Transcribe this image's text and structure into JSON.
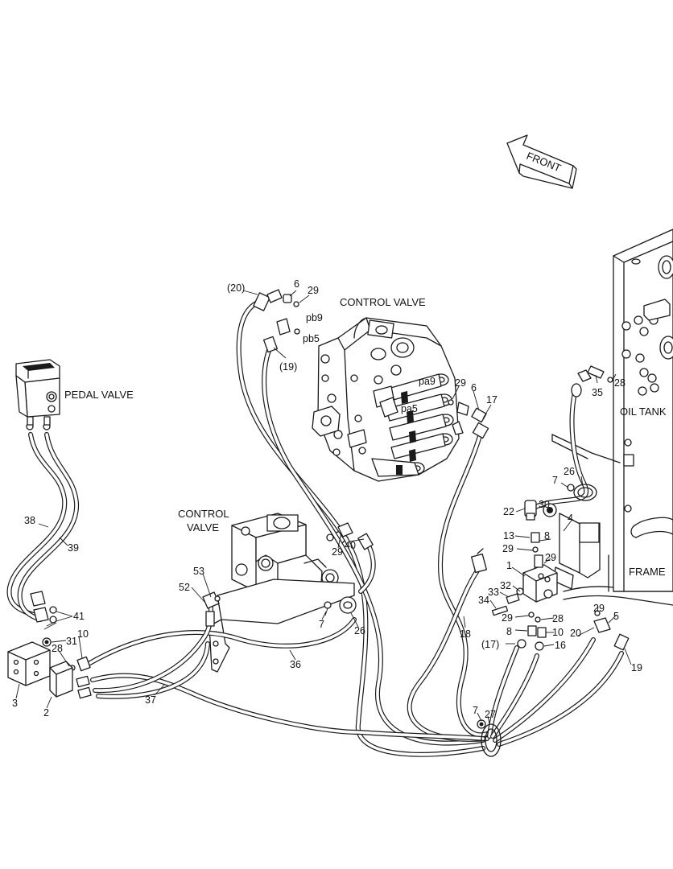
{
  "labels": {
    "front": "FRONT",
    "control_valve_main": "CONTROL VALVE",
    "control_valve_left_1": "CONTROL",
    "control_valve_left_2": "VALVE",
    "pedal_valve": "PEDAL VALVE",
    "oil_tank": "OIL TANK",
    "frame": "FRAME",
    "port_pb9": "pb9",
    "port_pb5": "pb5",
    "port_pa9": "pa9",
    "port_pa5": "pa5"
  },
  "callouts": {
    "p20a": "(20)",
    "p6a": "6",
    "p29a": "29",
    "p19a": "(19)",
    "p29b": "29",
    "p6b": "6",
    "p17": "17",
    "p35": "35",
    "p28a": "28",
    "p26a": "26",
    "p7a": "7",
    "p22": "22",
    "p30": "30",
    "p4": "4",
    "p13": "13",
    "p8a": "8",
    "p29c": "29",
    "p29d": "29",
    "p1": "1",
    "p32": "32",
    "p33": "33",
    "p34": "34",
    "p29e": "29",
    "p28b": "28",
    "p8b": "8",
    "p10a": "10",
    "p29f": "29",
    "p5": "5",
    "p20b": "20",
    "p19b": "19",
    "p17b": "(17)",
    "p16": "16",
    "p18": "18",
    "p38": "38",
    "p39": "39",
    "p41": "41",
    "p31": "31",
    "p10b": "10",
    "p28c": "28",
    "p3": "3",
    "p2": "2",
    "p37": "37",
    "p53": "53",
    "p52": "52",
    "p29g": "29",
    "p40": "40",
    "p7b": "7",
    "p26b": "26",
    "p36": "36",
    "p7c": "7",
    "p27": "27"
  }
}
